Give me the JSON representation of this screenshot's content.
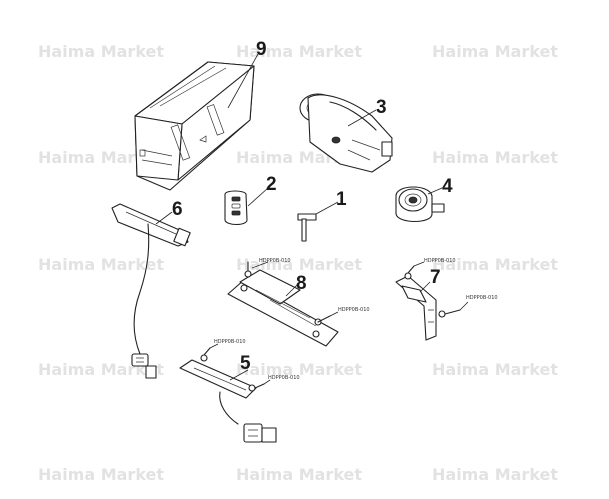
{
  "watermark": {
    "text": "Haima Market"
  },
  "callouts": {
    "part_1": "1",
    "part_2": "2",
    "part_3": "3",
    "part_4": "4",
    "part_5": "5",
    "part_6": "6",
    "part_7": "7",
    "part_8": "8",
    "part_9": "9"
  },
  "part_codes": {
    "bolt_8_top": "HDPP0B-010",
    "bolt_8_right": "HDPP0B-010",
    "bolt_7_top": "HDPP0B-010",
    "bolt_7_right": "HDPP0B-010",
    "bolt_5_top": "HDPP0B-010",
    "bolt_5_bottom": "HDPP0B-010"
  },
  "colors": {
    "line": "#222222",
    "background": "#ffffff",
    "watermark": "#969696"
  }
}
